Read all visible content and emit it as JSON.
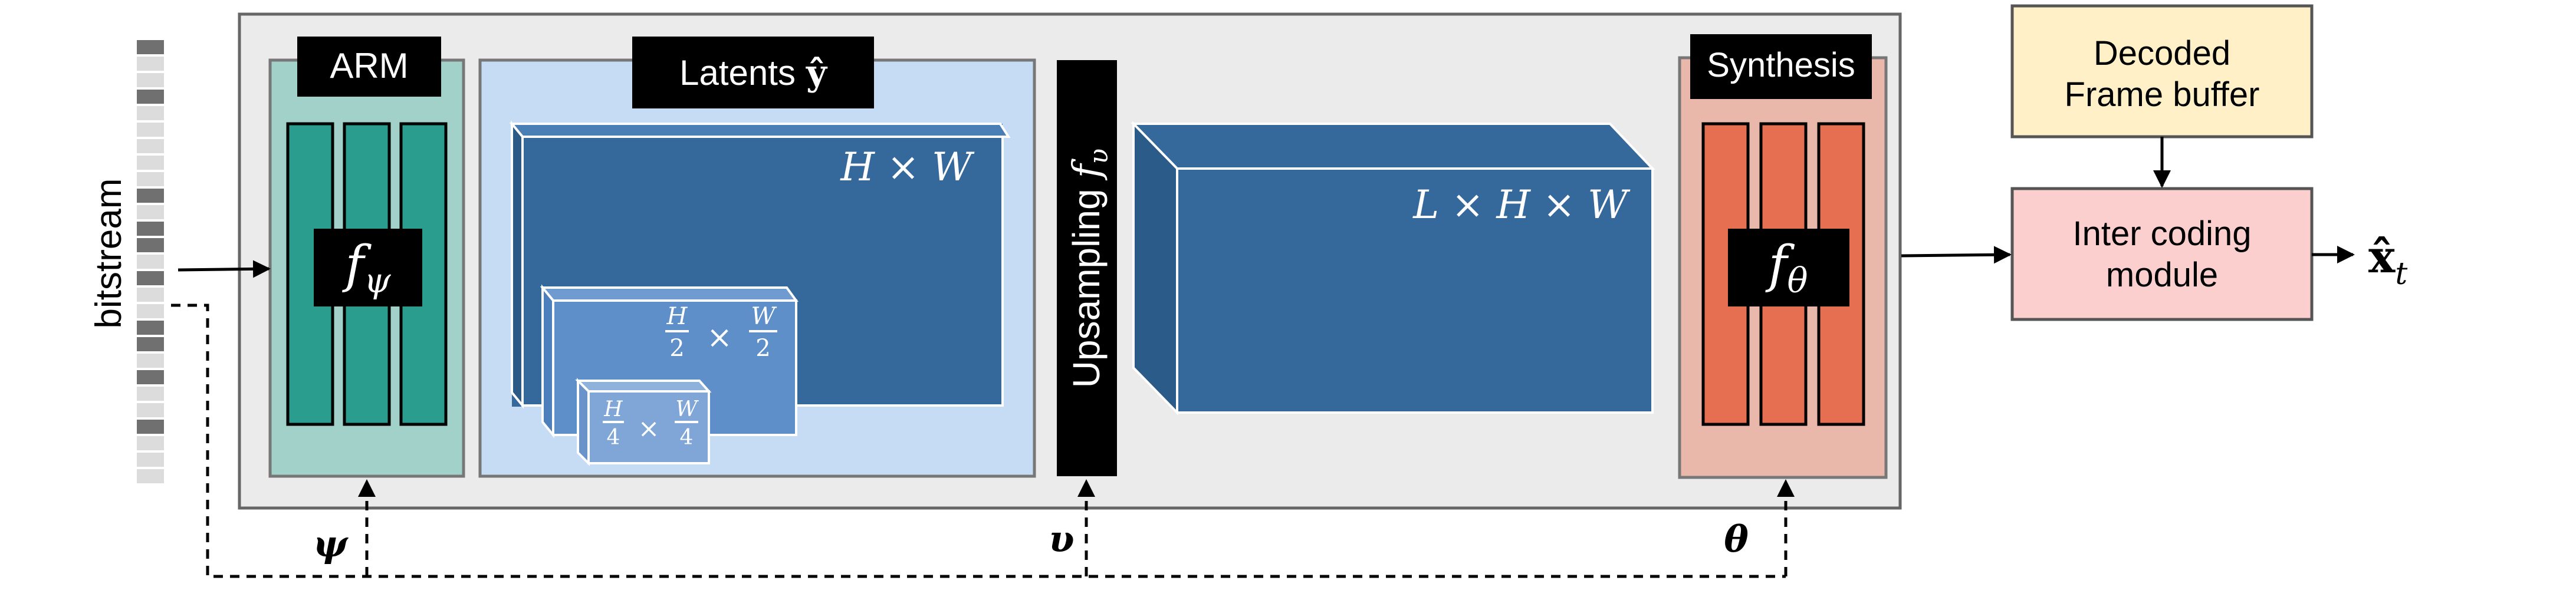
{
  "bitstream": {
    "label": "bitstream"
  },
  "arm": {
    "title": "ARM",
    "function": "f",
    "function_sub": "ψ"
  },
  "latents": {
    "title_prefix": "Latents",
    "title_symbol": "ŷ",
    "dims_full": "H × W",
    "dims_half": {
      "num_h": "H",
      "den_h": "2",
      "times": "×",
      "num_w": "W",
      "den_w": "2"
    },
    "dims_quarter": {
      "num_h": "H",
      "den_h": "4",
      "times": "×",
      "num_w": "W",
      "den_w": "4"
    }
  },
  "upsampling": {
    "label": "Upsampling",
    "function": "f",
    "function_sub": "υ"
  },
  "upsampled_block": {
    "dims": "L × H × W"
  },
  "synthesis": {
    "title": "Synthesis",
    "function": "f",
    "function_sub": "θ"
  },
  "decoded_buffer": {
    "line1": "Decoded",
    "line2": "Frame buffer"
  },
  "inter_coding": {
    "line1": "Inter coding",
    "line2": "module"
  },
  "output": {
    "symbol": "x̂",
    "sub": "t"
  },
  "params": {
    "psi": "ψ",
    "upsilon": "υ",
    "theta": "θ"
  },
  "colors": {
    "container_bg": "#ebebeb",
    "arm_bg": "#a2d1c9",
    "arm_bar": "#2a9d8f",
    "latents_bg": "#c6dcf5",
    "latent_block": "#35699c",
    "latent_mid": "#5f8fc9",
    "latent_small": "#7fa6d6",
    "synthesis_bg": "#e9b8ab",
    "synthesis_bar": "#e76f51",
    "decoded_bg": "#fff0c8",
    "inter_bg": "#fccfcf"
  }
}
